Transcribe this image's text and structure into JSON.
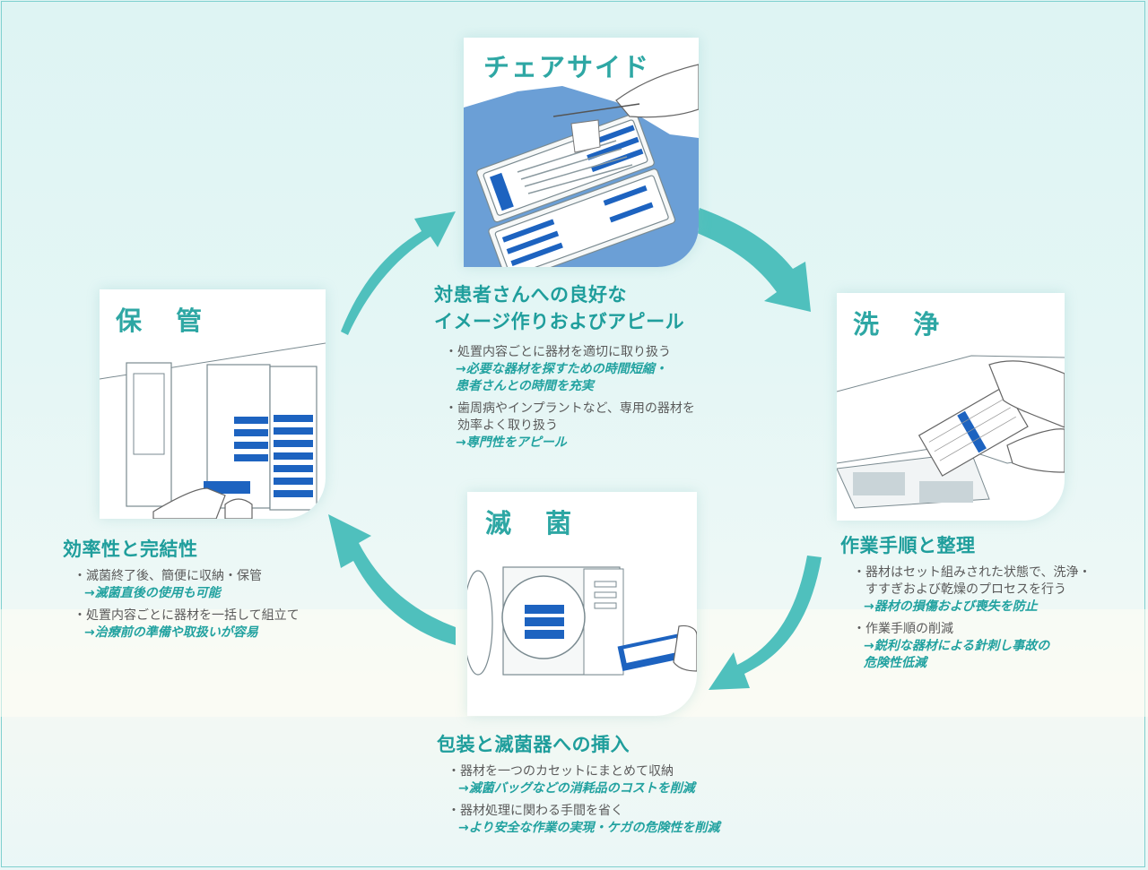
{
  "colors": {
    "accent": "#2ea7a4",
    "arrow": "#4fc0bd",
    "instrument_blue": "#1d63c0",
    "tray_blue": "#6b9fd6",
    "body_text": "#5a5a5a"
  },
  "stages": {
    "chairside": {
      "title": "チェアサイド",
      "heading": [
        "対患者さんへの良好な",
        "イメージ作りおよびアピール"
      ],
      "bullets": [
        {
          "text": "処置内容ごとに器材を適切に取り扱う",
          "result": "→必要な器材を探すための時間短縮・\n 患者さんとの時間を充実"
        },
        {
          "text": "歯周病やインプラントなど、専用の器材を\n効率よく取り扱う",
          "result": "→専門性をアピール"
        }
      ]
    },
    "washing": {
      "title": "洗 浄",
      "heading": [
        "作業手順と整理"
      ],
      "bullets": [
        {
          "text": "器材はセット組みされた状態で、洗浄・\nすすぎおよび乾燥のプロセスを行う",
          "result": "→器材の損傷および喪失を防止"
        },
        {
          "text": "作業手順の削減",
          "result": "→鋭利な器材による針刺し事故の\n 危険性低減"
        }
      ]
    },
    "sterilization": {
      "title": "滅 菌",
      "heading": [
        "包装と滅菌器への挿入"
      ],
      "bullets": [
        {
          "text": "器材を一つのカセットにまとめて収納",
          "result": "→滅菌バッグなどの消耗品のコストを削減"
        },
        {
          "text": "器材処理に関わる手間を省く",
          "result": "→より安全な作業の実現・ケガの危険性を削減"
        }
      ]
    },
    "storage": {
      "title": "保 管",
      "heading": [
        "効率性と完結性"
      ],
      "bullets": [
        {
          "text": "滅菌終了後、簡便に収納・保管",
          "result": "→滅菌直後の使用も可能"
        },
        {
          "text": "処置内容ごとに器材を一括して組立て",
          "result": "→治療前の準備や取扱いが容易"
        }
      ]
    }
  },
  "arrow_icons": [
    "curved-arrow-icon",
    "curved-arrow-icon",
    "curved-arrow-icon",
    "curved-arrow-icon"
  ]
}
